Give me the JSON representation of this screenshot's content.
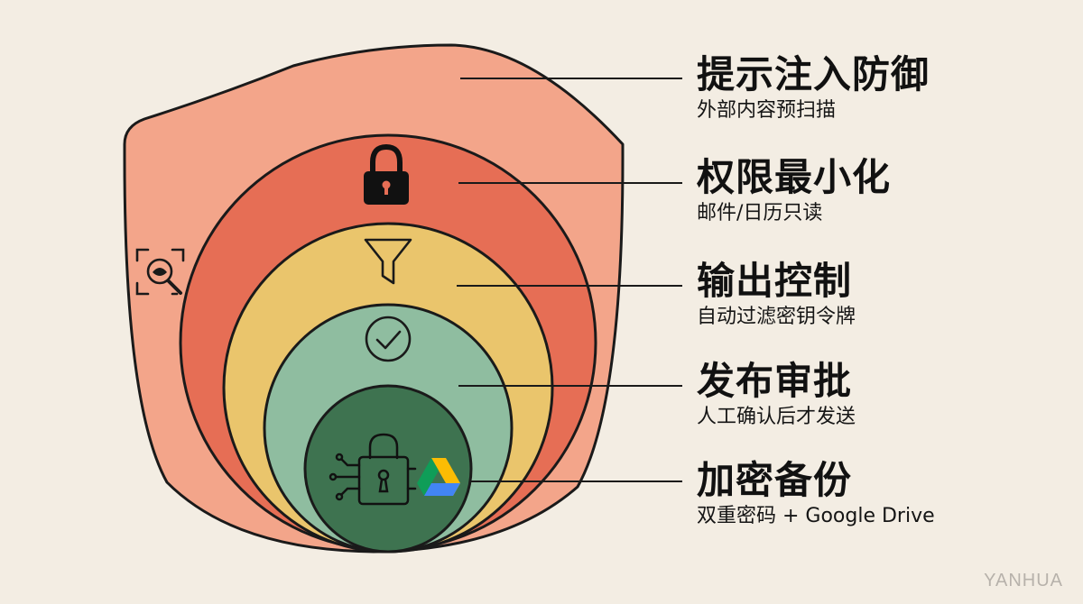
{
  "colors": {
    "background": "#f3ede3",
    "outline": "#1a1a1a",
    "shield_fill": "#f3a58a",
    "circle_red": "#e66e55",
    "circle_yellow": "#eac56c",
    "circle_teal": "#8fbda0",
    "circle_green": "#3e7350"
  },
  "layers": [
    {
      "title": "提示注入防御",
      "subtitle": "外部内容预扫描",
      "icon": "scan-search-icon"
    },
    {
      "title": "权限最小化",
      "subtitle": "邮件/日历只读",
      "icon": "padlock-icon"
    },
    {
      "title": "输出控制",
      "subtitle": "自动过滤密钥令牌",
      "icon": "funnel-filter-icon"
    },
    {
      "title": "发布审批",
      "subtitle": "人工确认后才发送",
      "icon": "check-circle-icon"
    },
    {
      "title": "加密备份",
      "subtitle": "双重密码 + Google Drive",
      "icon": "digital-lock-icon"
    }
  ],
  "extra_icons": [
    "google-drive-icon"
  ],
  "watermark": "YANHUA"
}
